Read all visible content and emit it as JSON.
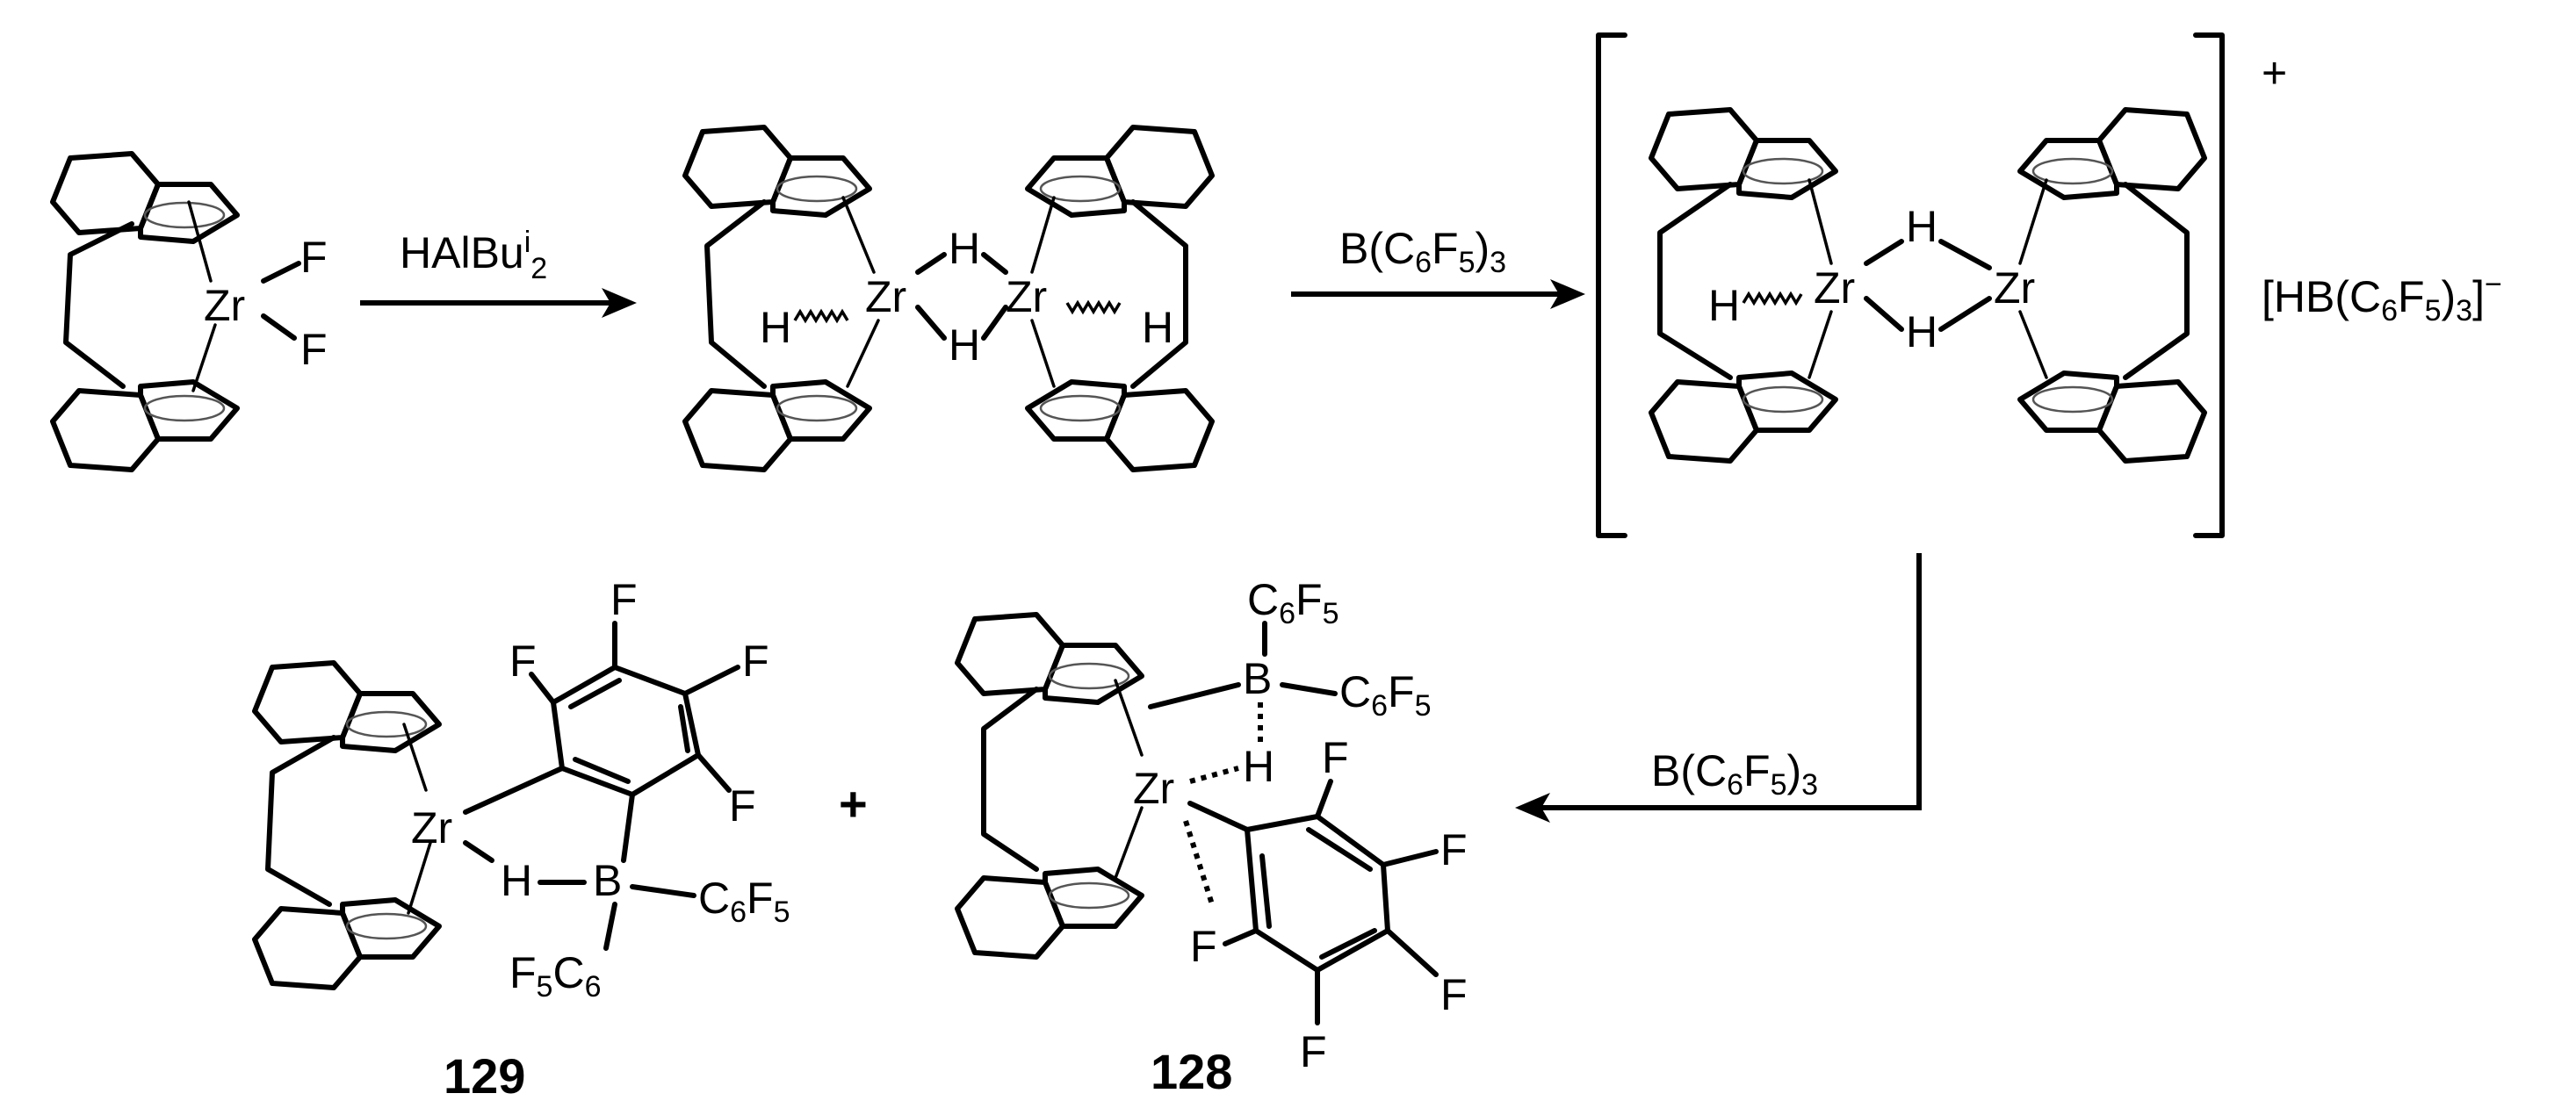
{
  "labels": {
    "zr": "Zr",
    "f": "F",
    "h": "H",
    "b": "B",
    "c6f5": "C6F5",
    "f5c6": "F5C6",
    "plus_charge": "+",
    "plus_sign": "+"
  },
  "reagents": {
    "step1": "HAlBu<sup>i</sup>2",
    "step2": "B(C6F5)3",
    "step3": "B(C6F5)3"
  },
  "counterion": "[HB(C6F5)3]−",
  "compounds": {
    "c129": "129",
    "c128": "128"
  }
}
